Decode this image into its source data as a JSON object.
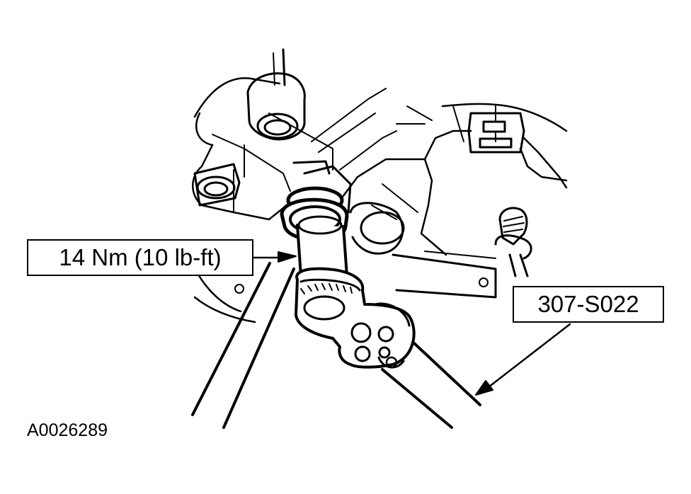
{
  "callouts": {
    "torque": "14 Nm (10 lb-ft)",
    "tool": "307-S022"
  },
  "figure_id": "A0026289",
  "colors": {
    "ink": "#000000",
    "paper": "#ffffff"
  }
}
